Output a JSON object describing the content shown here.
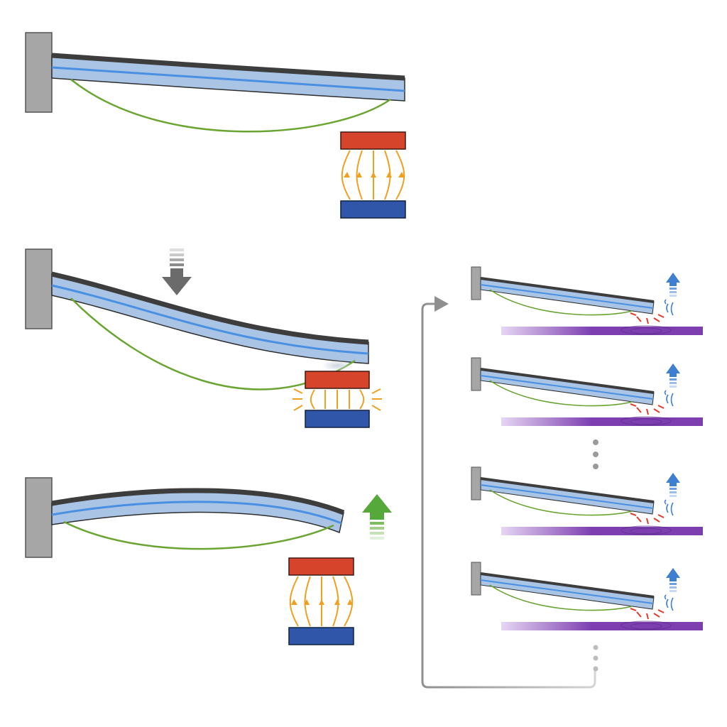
{
  "colors": {
    "wall": "#a6a6a6",
    "beam_top": "#3d3d3d",
    "beam_body": "#a9c4e4",
    "beam_core": "#4a90e2",
    "wire": "#6aa531",
    "magnet_north": "#d6452b",
    "magnet_south": "#2f56a8",
    "field_line": "#f0a020",
    "arrow_down": "#6b6b6b",
    "arrow_up_green": "#55a83a",
    "arrow_up_blue": "#3f7fd0",
    "substrate": "#7d3fb0",
    "impact": "#e23a2a",
    "connector": "#8f8f8f"
  },
  "stages": {
    "top": {
      "state": "rest"
    },
    "middle": {
      "state": "pressed-down"
    },
    "bottom": {
      "state": "released-up"
    }
  },
  "sequence": {
    "rows": 4,
    "has_ellipsis_between_rows": true,
    "has_trailing_ellipsis": true
  }
}
